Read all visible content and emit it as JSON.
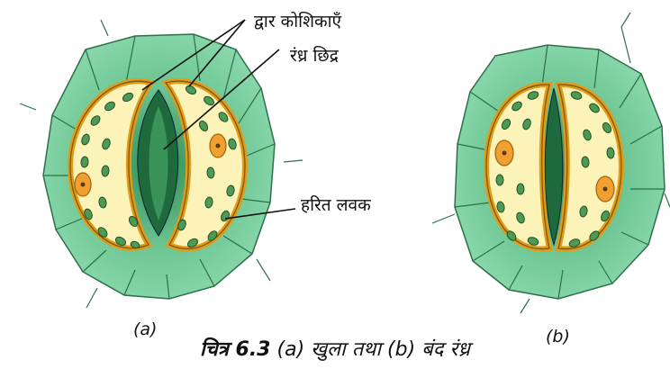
{
  "labels": {
    "guard_cells": "द्वार कोशिकाएँ",
    "stomatal_pore": "रंध्र छिद्र",
    "chloroplast": "हरित लवक"
  },
  "panels": {
    "a": "(a)",
    "b": "(b)"
  },
  "caption": {
    "figure_no": "चित्र 6.3",
    "text": "(a) खुला तथा (b) बंद रंध्र"
  },
  "colors": {
    "epidermal_cell": "#7ed0a0",
    "epidermal_dark": "#3fa06a",
    "guard_cell_fill": "#fbf3b8",
    "guard_cell_rim": "#f0a820",
    "pore": "#1f6a3c",
    "chloroplast": "#4d9a55",
    "nucleus": "#f0a030"
  }
}
